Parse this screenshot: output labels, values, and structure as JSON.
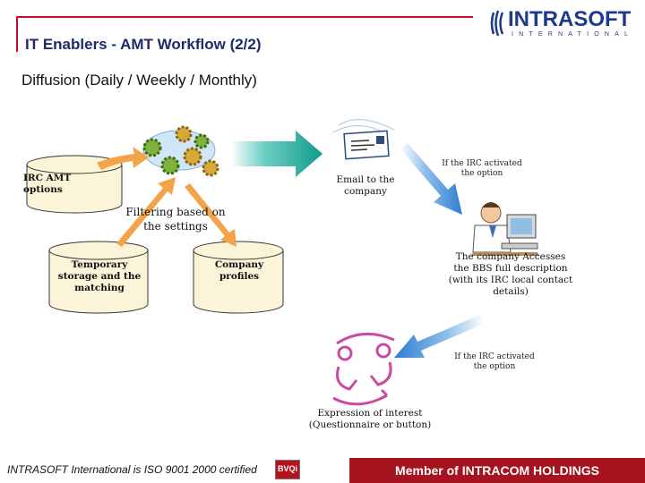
{
  "header": {
    "title": "IT Enablers - AMT Workflow (2/2)",
    "subtitle": "Diffusion (Daily / Weekly / Monthly)"
  },
  "logo": {
    "name": "INTRASOFT",
    "tagline": "INTERNATIONAL"
  },
  "diagram": {
    "db_irc": "IRC AMT options",
    "db_temp": "Temporary storage and the matching",
    "db_company": "Company profiles",
    "filtering": "Filtering based on the settings",
    "email": "Email to the company",
    "if_irc_1": "If the IRC activated the option",
    "company_access": "The company Accesses the BBS full description (with its IRC local contact details)",
    "if_irc_2": "If the IRC activated the option",
    "expression": "Expression of interest (Questionnaire or button)"
  },
  "footer": {
    "iso": "INTRASOFT International is ISO 9001 2000 certified",
    "member": "Member of INTRACOM HOLDINGS",
    "badge": "BVQi"
  },
  "colors": {
    "title": "#1f2a6b",
    "accent_red": "#c8102e",
    "arrow_teal": "#1aa198",
    "footer_bar": "#a5141f",
    "db_fill": "#fbf4d9"
  }
}
